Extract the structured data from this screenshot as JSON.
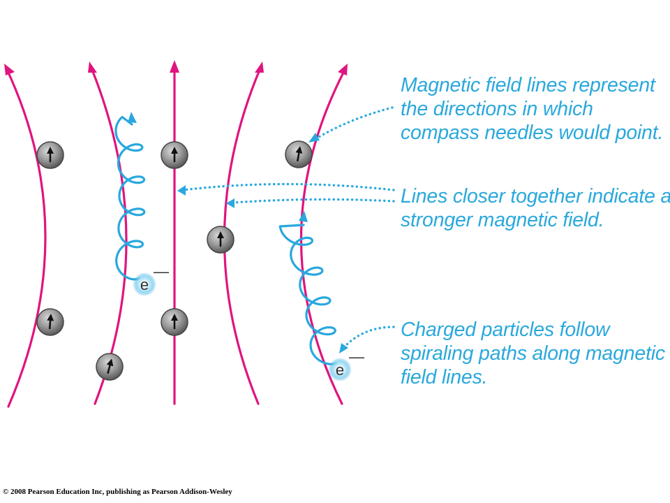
{
  "annotations": [
    {
      "lines": [
        "Magnetic field lines represent",
        "the directions in which",
        "compass needles would point."
      ]
    },
    {
      "lines": [
        "Lines closer together indicate a",
        "stronger magnetic field."
      ]
    },
    {
      "lines": [
        "Charged particles follow",
        "spiraling paths along magnetic",
        "field lines."
      ]
    }
  ],
  "electron_label": "e",
  "electron_charge": "—",
  "copyright": "© 2008 Pearson Education Inc, publishing as Pearson Addison-Wesley",
  "colors": {
    "field_line": "#e0147f",
    "spiral": "#29a8de",
    "annotation": "#2aa8dc",
    "compass_fill": "#8a8a8a",
    "pointer": "#29a8de"
  },
  "icons": [
    "compass-needle-icon",
    "electron-icon",
    "arrow-head-icon"
  ]
}
